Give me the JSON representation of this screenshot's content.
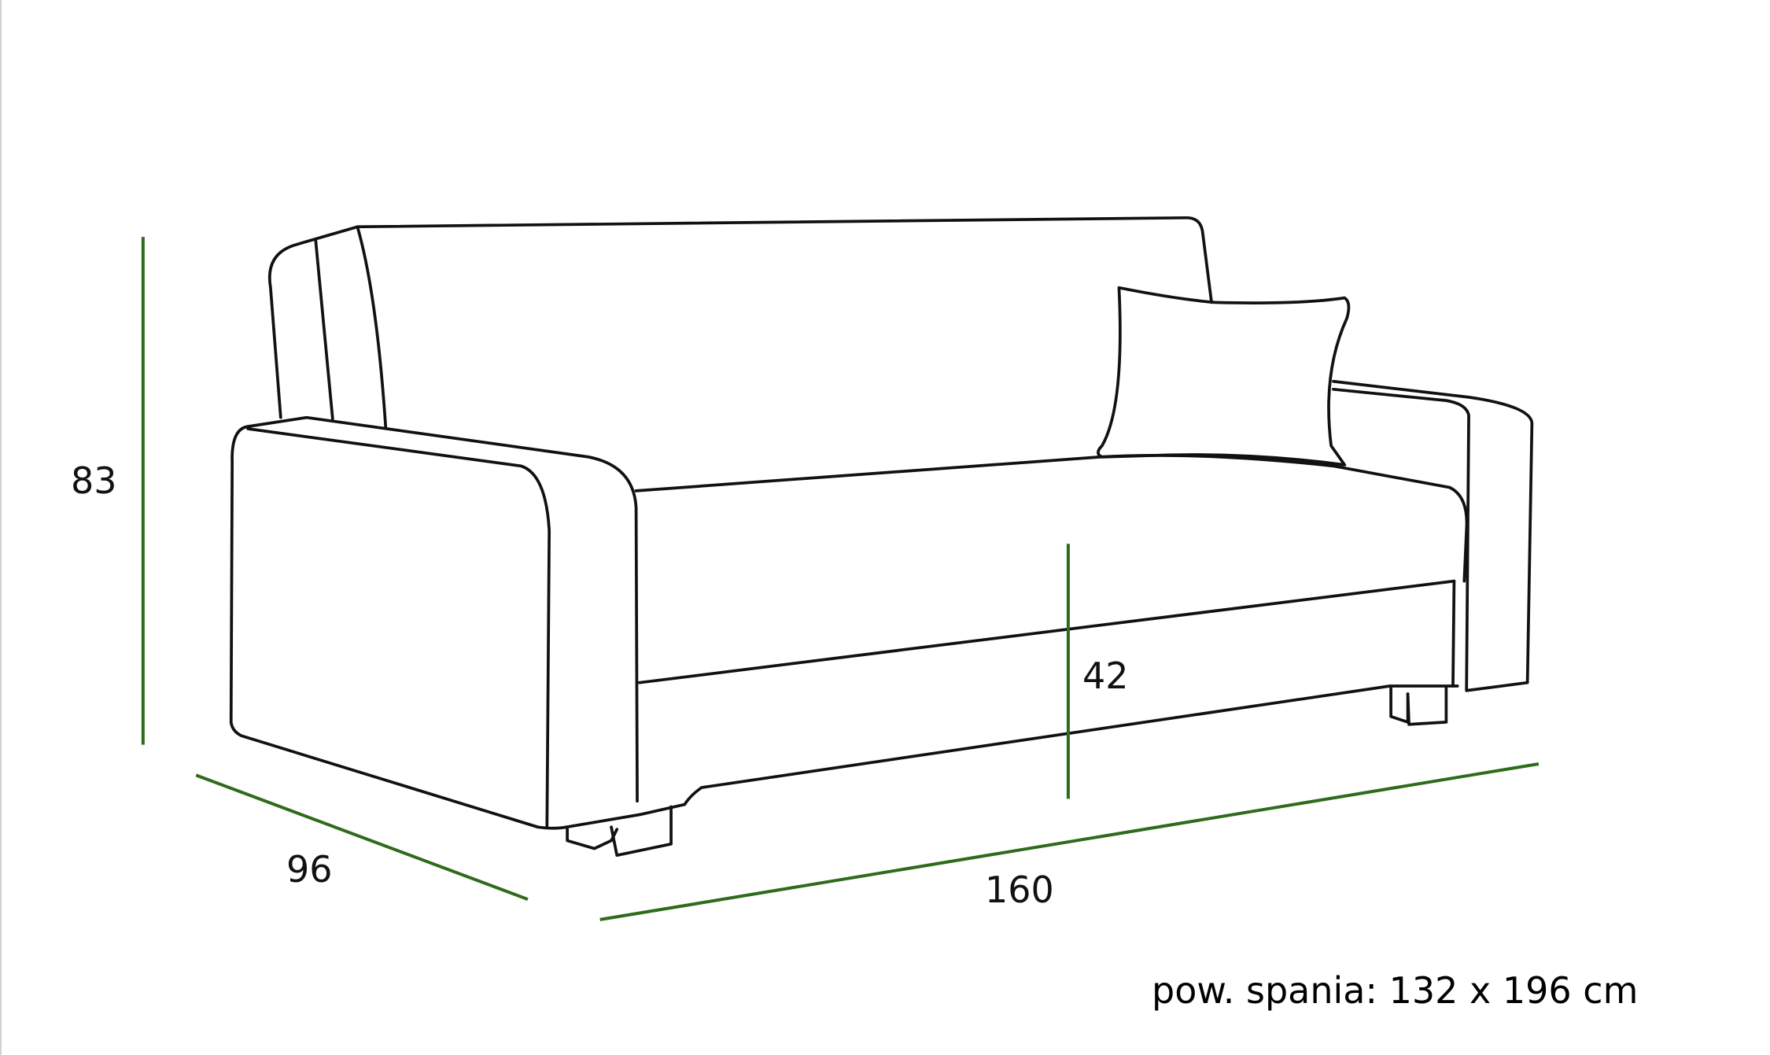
{
  "dimensions": {
    "height": "83",
    "depth": "96",
    "width": "160",
    "seat_height": "42"
  },
  "caption": "pow. spania: 132 x 196 cm",
  "colors": {
    "dimension_line": "#2e6b1a",
    "outline": "#111111"
  }
}
